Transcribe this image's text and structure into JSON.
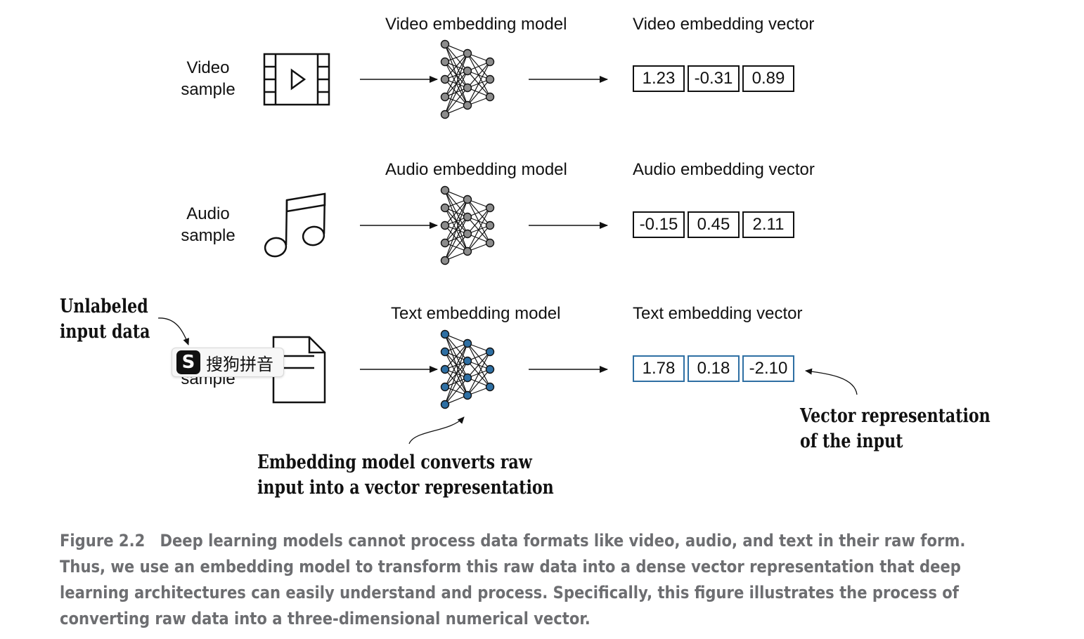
{
  "rows": [
    {
      "sample_label": "Video\nsample",
      "sample_icon": "video-film-icon",
      "model_title": "Video embedding model",
      "vector_title": "Video embedding vector",
      "vector": [
        "1.23",
        "-0.31",
        "0.89"
      ],
      "accent": "#111111"
    },
    {
      "sample_label": "Audio\nsample",
      "sample_icon": "music-note-icon",
      "model_title": "Audio embedding model",
      "vector_title": "Audio embedding vector",
      "vector": [
        "-0.15",
        "0.45",
        "2.11"
      ],
      "accent": "#111111"
    },
    {
      "sample_label": "sample",
      "sample_icon": "document-icon",
      "model_title": "Text embedding model",
      "vector_title": "Text embedding vector",
      "vector": [
        "1.78",
        "0.18",
        "-2.10"
      ],
      "accent": "#2e6fa3"
    }
  ],
  "annotations": {
    "input": "Unlabeled\ninput data",
    "model": "Embedding model converts raw\ninput into a vector representation",
    "vector": "Vector representation\nof the input"
  },
  "ime_popup": {
    "logo": "S",
    "text": "搜狗拼音"
  },
  "caption": {
    "figure": "Figure 2.2",
    "text": "Deep learning models cannot process data formats like video, audio, and text in their raw form. Thus, we use an embedding model to transform this raw data into a dense vector representation that deep learning architectures can easily understand and process. Specifically, this figure illustrates the process of converting raw data into a three-dimensional numerical vector."
  },
  "colors": {
    "neuron_gray": "#8c8c8c",
    "neuron_blue": "#2e6fa3",
    "caption_gray": "#6d6e71"
  }
}
